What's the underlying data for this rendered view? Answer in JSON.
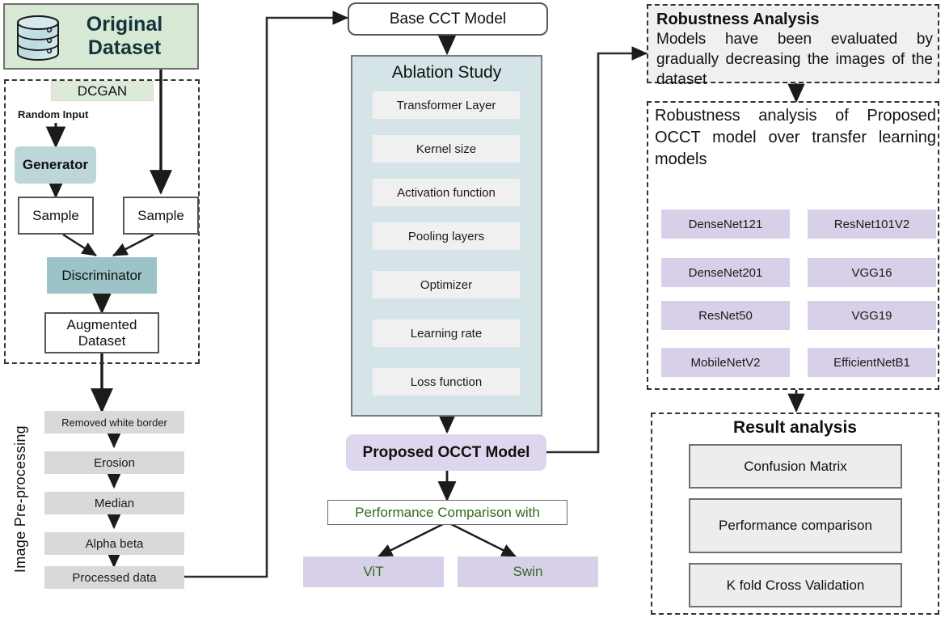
{
  "left": {
    "original_dataset": "Original Dataset",
    "dcgan_label": "DCGAN",
    "random_input": "Random Input",
    "generator": "Generator",
    "sample_left": "Sample",
    "sample_right": "Sample",
    "discriminator": "Discriminator",
    "augmented_dataset_line1": "Augmented",
    "augmented_dataset_line2": "Dataset",
    "side_label": "Image Pre-processing",
    "preprocessing_steps": [
      "Removed white border",
      "Erosion",
      "Median",
      "Alpha beta",
      "Processed data"
    ]
  },
  "middle": {
    "base_model": "Base CCT Model",
    "ablation_title": "Ablation Study",
    "ablation_steps": [
      "Transformer Layer",
      "Kernel size",
      "Activation function",
      "Pooling layers",
      "Optimizer",
      "Learning rate",
      "Loss function"
    ],
    "proposed_model": "Proposed OCCT Model",
    "performance_comparison": "Performance Comparison with",
    "comparison_models": [
      "ViT",
      "Swin"
    ]
  },
  "right": {
    "robustness_title": "Robustness Analysis",
    "robustness_body": "Models have been evaluated by gradually decreasing the images of the dataset",
    "transfer_heading": "Robustness analysis of Proposed OCCT model over transfer learning models",
    "transfer_models_left": [
      "DenseNet121",
      "DenseNet201",
      "ResNet50",
      "MobileNetV2"
    ],
    "transfer_models_right": [
      "ResNet101V2",
      "VGG16",
      "VGG19",
      "EfficientNetB1"
    ],
    "result_title": "Result analysis",
    "result_items": [
      "Confusion Matrix",
      "Performance comparison",
      "K fold Cross Validation"
    ]
  },
  "icons": {
    "database": "database-cylinder-icon"
  },
  "colors": {
    "green_panel": "#d7e8d4",
    "teal_light": "#bdd6da",
    "teal_dark": "#9cc3c8",
    "blue_panel": "#d5e4e7",
    "purple": "#d8d0e8",
    "gray_step": "#d9d9d9",
    "green_text": "#33691e",
    "dark_text": "#12343b"
  }
}
